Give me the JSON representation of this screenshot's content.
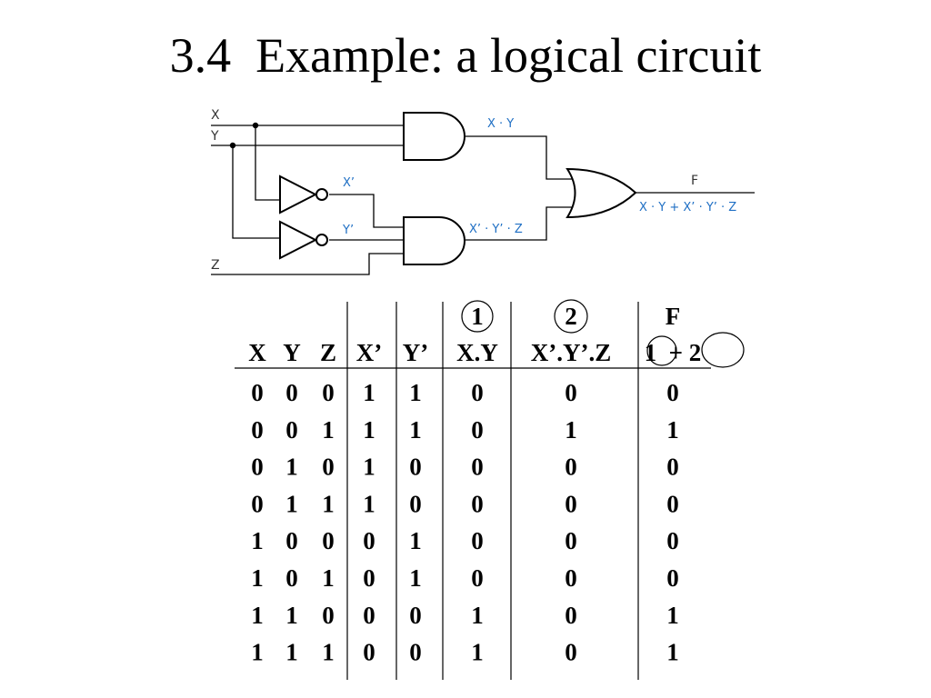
{
  "title": "3.4  Example: a logical circuit",
  "circuit": {
    "inputs": {
      "x": "X",
      "y": "Y",
      "z": "Z"
    },
    "labels": {
      "x_not": "X’",
      "y_not": "Y’",
      "xy": "X · Y",
      "xyz": "X’ · Y’ · Z",
      "f": "F",
      "f_expr": "X · Y + X’ · Y’ · Z"
    },
    "colors": {
      "label_blue": "#1f6fc4",
      "wire": "#000000"
    }
  },
  "truth_table": {
    "top_row": {
      "c5": "1",
      "c6": "2",
      "c7": "F"
    },
    "circled_marks": [
      "1",
      "2"
    ],
    "headers": [
      "X",
      "Y",
      "Z",
      "X’",
      "Y’",
      "X.Y",
      "X’.Y’.Z",
      "1  + 2"
    ],
    "rows": [
      [
        "0",
        "0",
        "0",
        "1",
        "1",
        "0",
        "0",
        "0"
      ],
      [
        "0",
        "0",
        "1",
        "1",
        "1",
        "0",
        "1",
        "1"
      ],
      [
        "0",
        "1",
        "0",
        "1",
        "0",
        "0",
        "0",
        "0"
      ],
      [
        "0",
        "1",
        "1",
        "1",
        "0",
        "0",
        "0",
        "0"
      ],
      [
        "1",
        "0",
        "0",
        "0",
        "1",
        "0",
        "0",
        "0"
      ],
      [
        "1",
        "0",
        "1",
        "0",
        "1",
        "0",
        "0",
        "0"
      ],
      [
        "1",
        "1",
        "0",
        "0",
        "0",
        "1",
        "0",
        "1"
      ],
      [
        "1",
        "1",
        "1",
        "0",
        "0",
        "1",
        "0",
        "1"
      ]
    ]
  }
}
